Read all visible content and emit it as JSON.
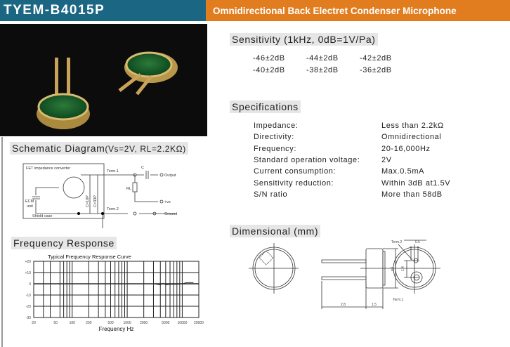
{
  "header": {
    "model": "TYEM-B4015P",
    "title": "Omnidirectional  Back Electret Condenser Microphone"
  },
  "sections": {
    "schematic": "Schematic Diagram",
    "schematic_cond": "(Vs=2V, RL=2.2KΩ)",
    "frequency": "Frequency Response",
    "sensitivity": "Sensitivity (1kHz, 0dB=1V/Pa)",
    "specifications": "Specifications",
    "dimensional": "Dimensional (mm)"
  },
  "schematic": {
    "fet": "FET impedance converter",
    "term1": "Term.1",
    "term2": "Term.2",
    "c": "C",
    "output": "Output",
    "rl": "RL",
    "vs": "+vs",
    "ground": "Ground",
    "ecm": "ECM",
    "unit": "unit",
    "shield": "Shield case",
    "c1": "C=10P",
    "c2": "C=33P"
  },
  "sensitivity": [
    "-46±2dB",
    "-44±2dB",
    "-42±2dB",
    "-40±2dB",
    "-38±2dB",
    "-36±2dB"
  ],
  "specs": [
    {
      "label": "Impedance:",
      "value": "Less than 2.2kΩ"
    },
    {
      "label": "Directivity:",
      "value": "Omnidirectional"
    },
    {
      "label": "Frequency:",
      "value": "20-16,000Hz"
    },
    {
      "label": "Standard operation voltage:",
      "value": "2V"
    },
    {
      "label": "Current consumption:",
      "value": "Max.0.5mA"
    },
    {
      "label": "Sensitivity reduction:",
      "value": "Within 3dB at1.5V"
    },
    {
      "label": "S/N ratio",
      "value": "More than 58dB"
    }
  ],
  "dimensions": {
    "term2": "Term.2",
    "term1": "Term.1",
    "d1": "0.5",
    "d2": "1.4",
    "dia": "φ4",
    "len1": "2.8",
    "len2": "1.5"
  },
  "chart_data": {
    "type": "line",
    "title": "Typical Frequency Response Curve",
    "xlabel": "Frequency Hz",
    "ylabel": "",
    "xscale": "log",
    "xlim": [
      20,
      20000
    ],
    "ylim": [
      -30,
      20
    ],
    "xticks": [
      20,
      50,
      100,
      200,
      500,
      1000,
      2000,
      5000,
      10000,
      20000
    ],
    "xtick_labels": [
      "20",
      "50",
      "100",
      "200",
      "500",
      "1000",
      "2000",
      "5000",
      "10000",
      "20000"
    ],
    "yticks": [
      20,
      10,
      0,
      -10,
      -20,
      -30
    ],
    "ytick_labels": [
      "+20",
      "+10",
      "0",
      "-10",
      "-20",
      "-30"
    ],
    "series": [
      {
        "name": "response",
        "x": [
          20,
          100,
          1000,
          3000,
          3500,
          4000,
          4500,
          5000,
          6000,
          8000,
          10000,
          12000,
          16000
        ],
        "y": [
          0,
          0,
          0,
          0,
          -0.5,
          -1,
          0.5,
          -1,
          -0.5,
          -0.5,
          0,
          1,
          1
        ]
      }
    ],
    "grid": true
  }
}
